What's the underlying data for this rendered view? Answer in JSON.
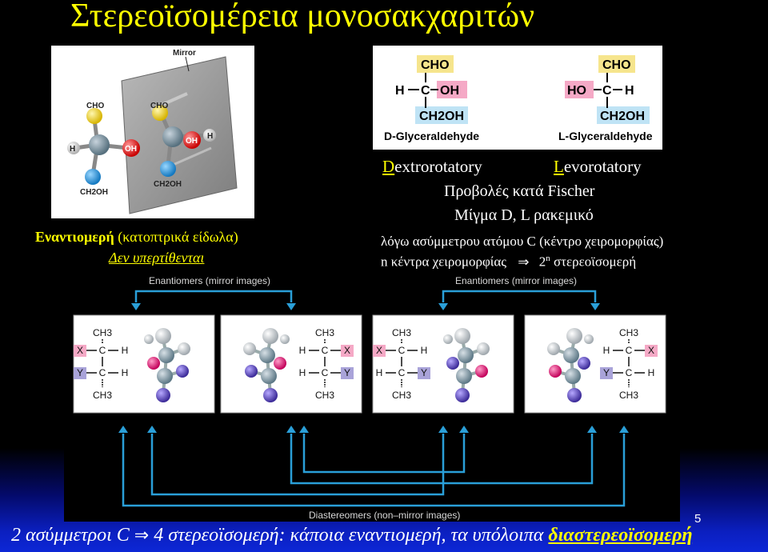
{
  "slide": {
    "title": "Στερεοϊσομέρεια μονοσακχαριτών",
    "page_number": "5"
  },
  "mirror_figure": {
    "mirror_label": "Mirror",
    "left_molecule": {
      "top": "CHO",
      "left": "H",
      "right": "OH",
      "bottom": "CH2OH"
    },
    "right_molecule": {
      "top": "CHO",
      "left": "OH",
      "right": "H",
      "bottom": "CH2OH"
    }
  },
  "enantiomers_caption": {
    "title": "Εναντιομερή",
    "rest": "(κατοπτρικά είδωλα)",
    "line2": "Δεν υπερτίθενται"
  },
  "fischer_figure": {
    "d_form": {
      "top": "CHO",
      "left": "H",
      "center": "C",
      "right": "OH",
      "bottom": "CH2OH",
      "name": "D-Glyceraldehyde"
    },
    "l_form": {
      "top": "CHO",
      "left": "HO",
      "center": "C",
      "right": "H",
      "bottom": "CH2OH",
      "name": "L-Glyceraldehyde"
    }
  },
  "fischer_caption": {
    "dextro_first": "D",
    "dextro_rest": "extrorotatory",
    "levo_first": "L",
    "levo_rest": "evorotatory",
    "line2": "Προβολές κατά Fischer",
    "line3": "Μίγμα D, L ρακεμικό",
    "line4": "λόγω ασύμμετρου ατόμου C (κέντρο χειρομορφίας)",
    "line5_a": "n κέντρα χειρομορφίας",
    "line5_arrow": "⇒",
    "line5_b": "2",
    "line5_sup": "n",
    "line5_c": "στερεοϊσομερή"
  },
  "stereo_figure": {
    "enantiomers_label_left": "Enantiomers (mirror images)",
    "enantiomers_label_right": "Enantiomers (mirror images)",
    "diastereomers_label": "Diastereomers (non–mirror images)",
    "structures": [
      {
        "top": "CH3",
        "r1_left": "X",
        "r1_right": "H",
        "r2_left": "Y",
        "r2_right": "H",
        "bottom": "CH3"
      },
      {
        "top": "CH3",
        "r1_left": "H",
        "r1_right": "X",
        "r2_left": "H",
        "r2_right": "Y",
        "bottom": "CH3"
      },
      {
        "top": "CH3",
        "r1_left": "X",
        "r1_right": "H",
        "r2_left": "H",
        "r2_right": "Y",
        "bottom": "CH3"
      },
      {
        "top": "CH3",
        "r1_left": "H",
        "r1_right": "X",
        "r2_left": "Y",
        "r2_right": "H",
        "bottom": "CH3"
      }
    ],
    "center_atom": "C"
  },
  "bottom": {
    "text_a": "2 ασύμμετροι C ",
    "arrow": "⇒",
    "text_b": " 4 στερεοϊσομερή: κάποια εναντιομερή, τα υπόλοιπα ",
    "emphasis": "διαστερεοϊσομερή"
  },
  "colors": {
    "background": "#000000",
    "title": "#ffff00",
    "accent_green": "#ffff00",
    "arrow_blue": "#2a9fd8",
    "x_pink": "#f5a9c6",
    "y_purple": "#a9a3d9",
    "cho_yellow": "#f6e58d",
    "oh_pink": "#f5a9c6",
    "ch2oh_blue": "#bfe3f5"
  }
}
